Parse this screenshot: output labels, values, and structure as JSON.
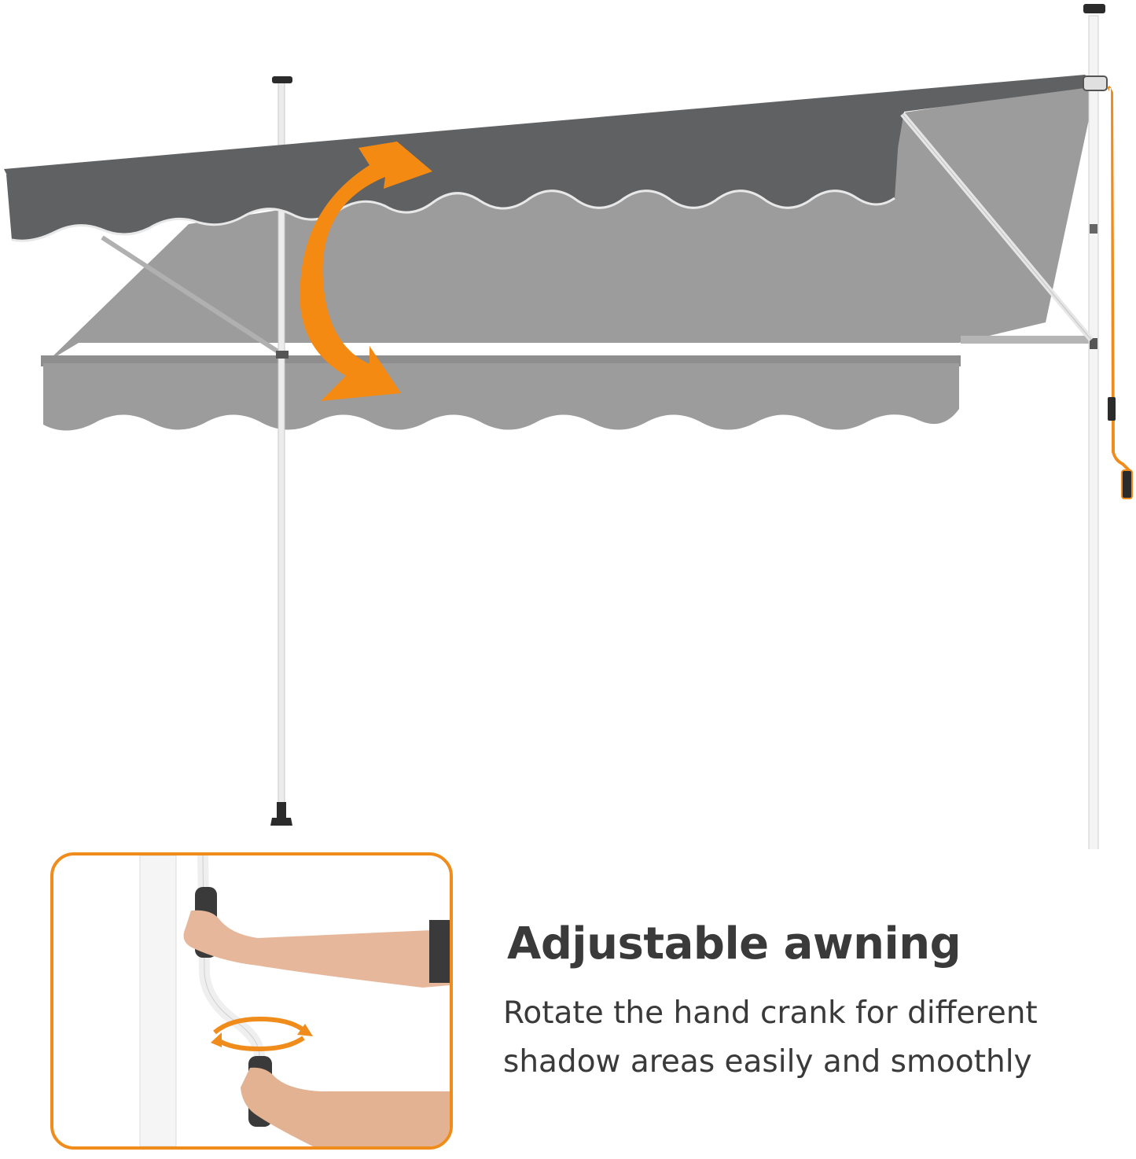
{
  "feature": {
    "title": "Adjustable awning",
    "description_lines": [
      "Rotate the hand crank for different",
      "shadow areas easily and smoothly"
    ]
  },
  "colors": {
    "accent_orange": "#f08c1c",
    "canopy_dark": "#5f6163",
    "canopy_light": "#9c9c9c",
    "text": "#3a3a3a"
  },
  "icons": [
    "curved-double-arrow-icon",
    "rotation-arrows-icon"
  ]
}
